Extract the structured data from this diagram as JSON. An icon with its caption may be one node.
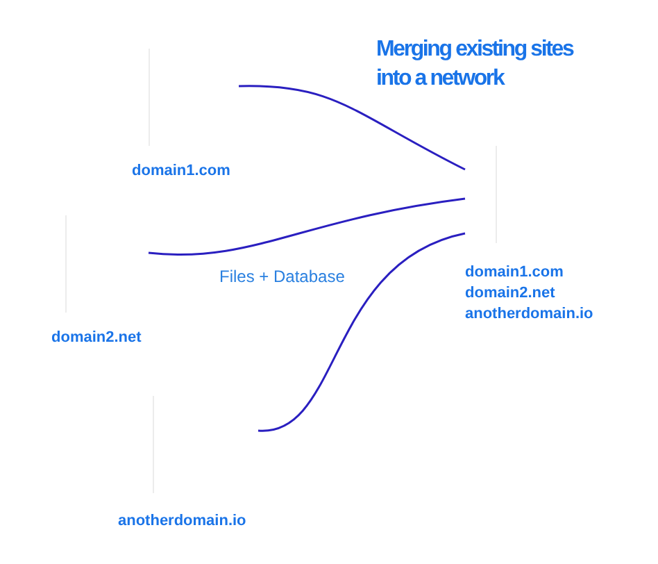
{
  "diagram": {
    "title": "Merging existing sites into a network",
    "nodes": [
      {
        "text": [
          "domain1.com"
        ]
      },
      {
        "text": [
          "domain2.net"
        ]
      },
      {
        "text": [
          "anotherdomain.io"
        ]
      },
      {
        "text": [
          "domain1.com",
          "domain2.net",
          "anotherdomain.io"
        ]
      }
    ],
    "edges": [
      {
        "from": 0,
        "to": 3,
        "arrow": "none"
      },
      {
        "from": 1,
        "to": 3,
        "arrow": "none"
      },
      {
        "from": 2,
        "to": 3,
        "arrow": "none"
      }
    ],
    "labels": [
      "Files + Database"
    ]
  }
}
